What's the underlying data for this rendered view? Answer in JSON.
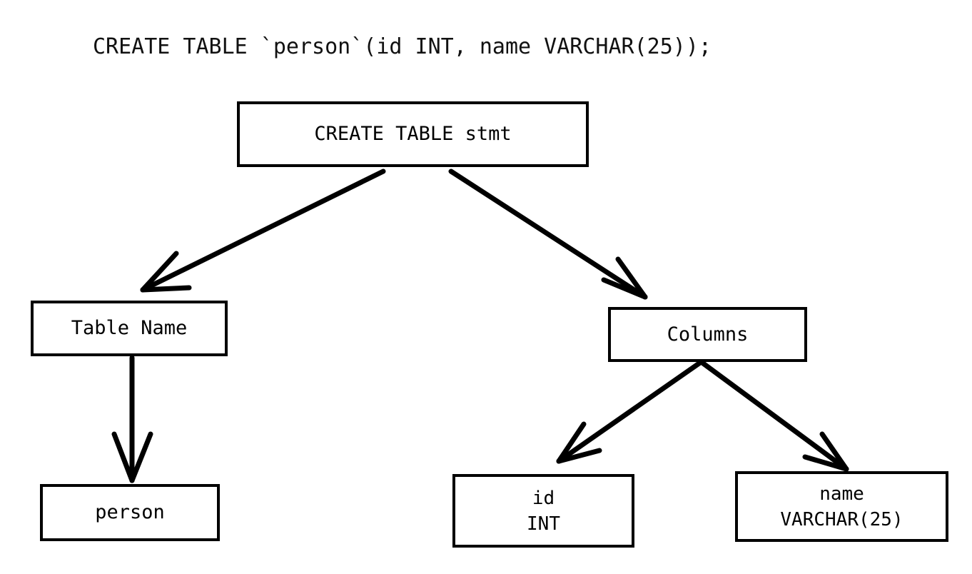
{
  "caption": {
    "sql": "CREATE TABLE `person`(id INT, name VARCHAR(25));"
  },
  "colors": {
    "background": "#ffffff",
    "stroke": "#000000",
    "text": "#000000"
  },
  "nodes": {
    "root": {
      "label": "CREATE TABLE stmt"
    },
    "table_name": {
      "label": "Table Name"
    },
    "person": {
      "label": "person"
    },
    "columns": {
      "label": "Columns"
    },
    "col_id": {
      "name": "id",
      "type": "INT"
    },
    "col_name": {
      "name": "name",
      "type": "VARCHAR(25)"
    }
  },
  "edges": [
    {
      "id": "root-to-table-name",
      "from": "root",
      "to": "table_name",
      "style": "arrow"
    },
    {
      "id": "root-to-columns",
      "from": "root",
      "to": "columns",
      "style": "arrow"
    },
    {
      "id": "table-name-to-person",
      "from": "table_name",
      "to": "person",
      "style": "arrow"
    },
    {
      "id": "columns-to-col-id",
      "from": "columns",
      "to": "col_id",
      "style": "arrow"
    },
    {
      "id": "columns-to-col-name",
      "from": "columns",
      "to": "col_name",
      "style": "arrow"
    }
  ]
}
